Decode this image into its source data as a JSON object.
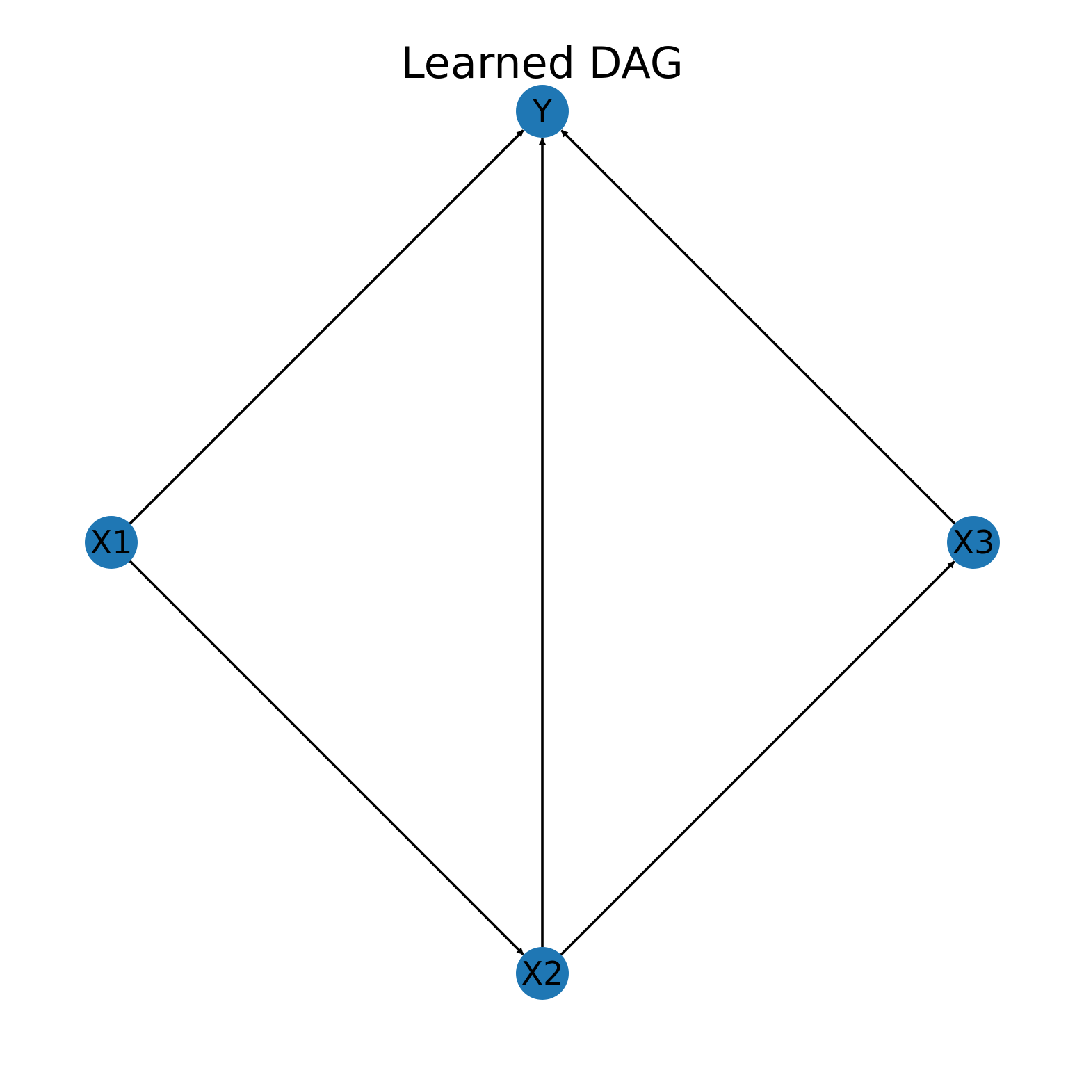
{
  "title": "Learned DAG",
  "style": {
    "node_color": "#1f77b4",
    "edge_color": "#000000",
    "label_color": "#000000",
    "background": "#ffffff"
  },
  "nodes": [
    {
      "id": "Y",
      "label": "Y"
    },
    {
      "id": "X1",
      "label": "X1"
    },
    {
      "id": "X2",
      "label": "X2"
    },
    {
      "id": "X3",
      "label": "X3"
    }
  ],
  "edges": [
    {
      "from": "X1",
      "to": "Y"
    },
    {
      "from": "X2",
      "to": "Y"
    },
    {
      "from": "X3",
      "to": "Y"
    },
    {
      "from": "X1",
      "to": "X2"
    },
    {
      "from": "X2",
      "to": "X3"
    }
  ]
}
